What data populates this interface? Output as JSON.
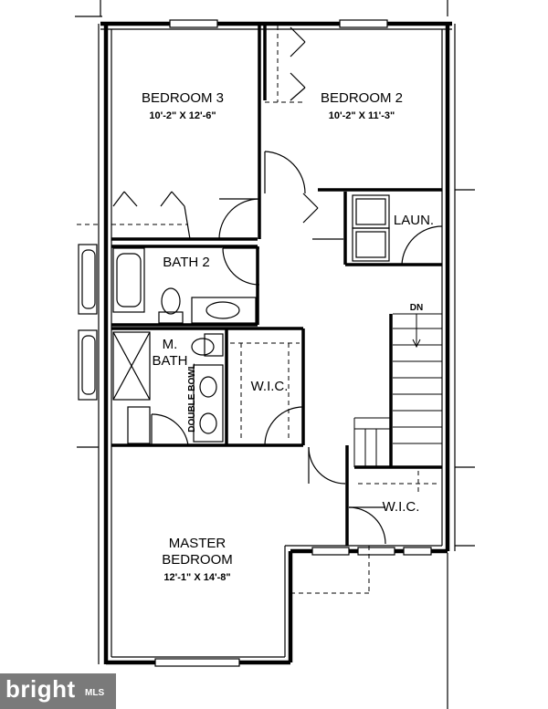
{
  "rooms": {
    "bedroom3": {
      "name": "BEDROOM 3",
      "dims": "10'-2\" X 12'-6\""
    },
    "bedroom2": {
      "name": "BEDROOM 2",
      "dims": "10'-2\" X 11'-3\""
    },
    "laundry": {
      "name": "LAUN."
    },
    "bath2": {
      "name": "BATH 2"
    },
    "master_bath": {
      "line1": "M.",
      "line2": "BATH"
    },
    "double_bowl": {
      "name": "DOUBLE BOWL"
    },
    "wic_main": {
      "name": "W.I.C."
    },
    "wic_small": {
      "name": "W.I.C."
    },
    "master": {
      "line1": "MASTER",
      "line2": "BEDROOM",
      "dims": "12'-1\" X 14'-8\""
    }
  },
  "stairs": {
    "label": "DN"
  },
  "watermark": {
    "brand": "bright",
    "suffix": "MLS"
  }
}
